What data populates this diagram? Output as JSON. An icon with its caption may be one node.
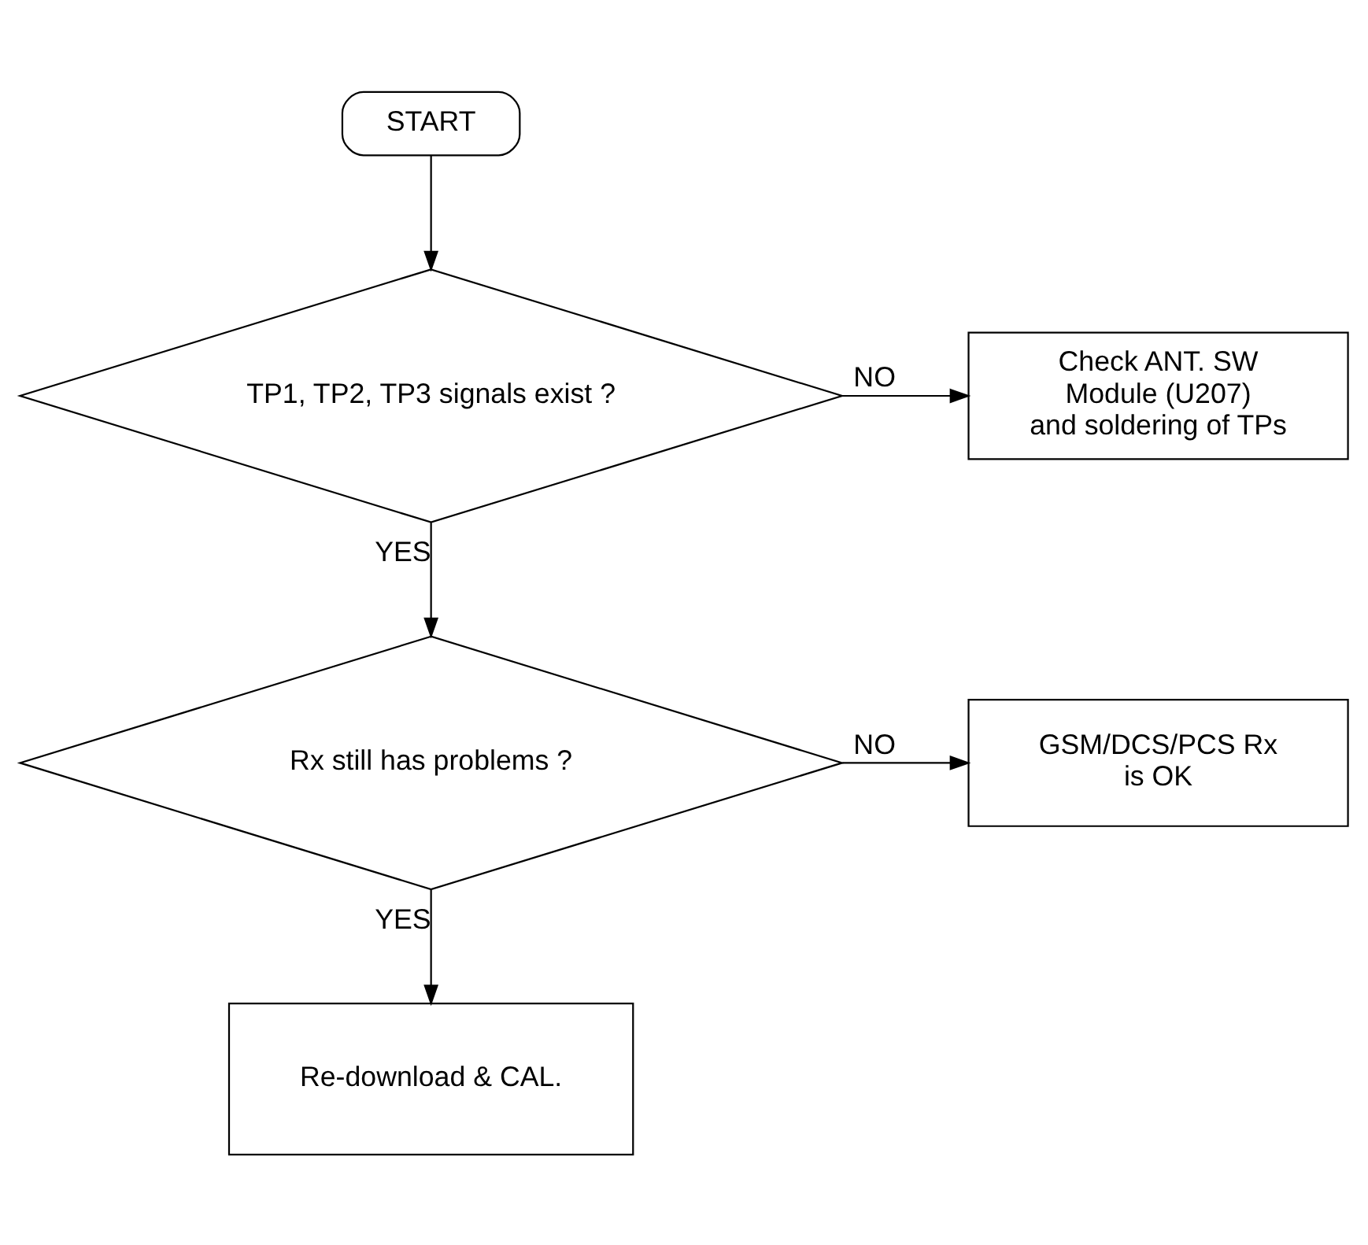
{
  "diagram": {
    "nodes": [
      {
        "text": [
          "START"
        ]
      },
      {
        "text": [
          "TP1, TP2, TP3 signals exist ?"
        ]
      },
      {
        "text": [
          "Check ANT. SW Module (U207) and soldering of TPs"
        ]
      },
      {
        "text": [
          "Rx still has problems ?"
        ]
      },
      {
        "text": [
          "GSM/DCS/PCS Rx is OK"
        ]
      },
      {
        "text": [
          "Re-download & CAL."
        ]
      }
    ],
    "edges": [
      {
        "from": 0,
        "to": 1,
        "arrow": "to"
      },
      {
        "from": 1,
        "to": 2,
        "arrow": "to",
        "label": "NO"
      },
      {
        "from": 1,
        "to": 3,
        "arrow": "to",
        "label": "YES"
      },
      {
        "from": 3,
        "to": 4,
        "arrow": "to",
        "label": "NO"
      },
      {
        "from": 3,
        "to": 5,
        "arrow": "to",
        "label": "YES"
      }
    ]
  }
}
